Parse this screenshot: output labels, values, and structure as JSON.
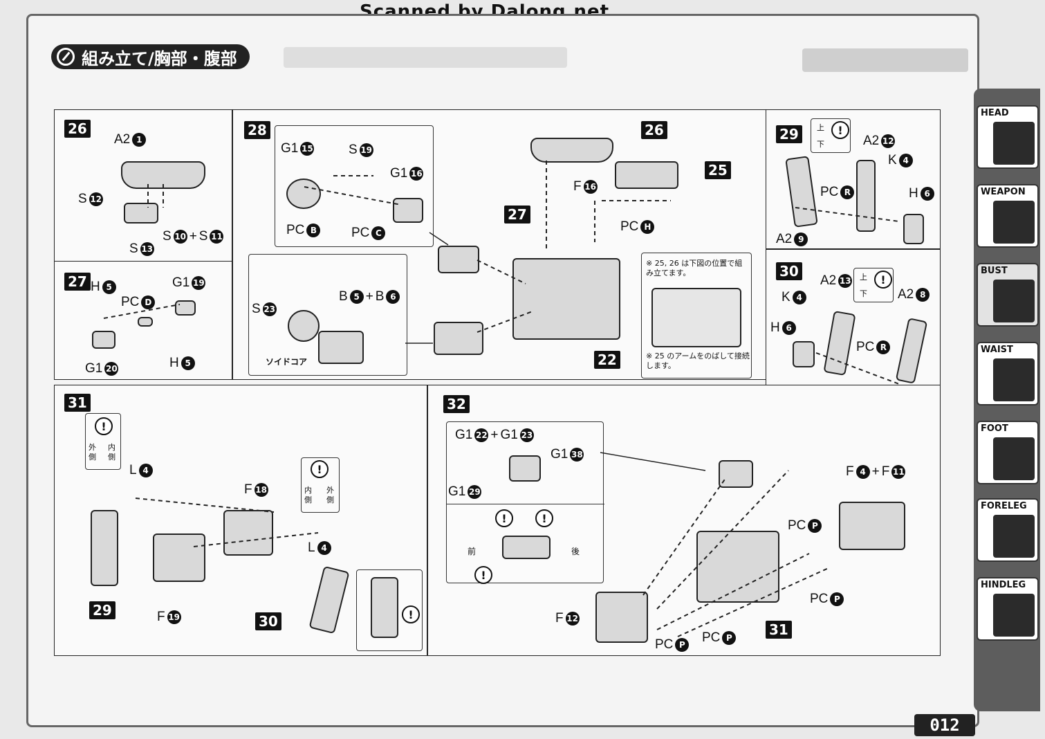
{
  "watermark": "Scanned by Dalong.net",
  "title": "組み立て/胸部・腹部",
  "page_number": "012",
  "sidebar": {
    "tabs": [
      {
        "label": "HEAD"
      },
      {
        "label": "WEAPON"
      },
      {
        "label": "BUST"
      },
      {
        "label": "WAIST"
      },
      {
        "label": "FOOT"
      },
      {
        "label": "FORELEG"
      },
      {
        "label": "HINDLEG"
      }
    ]
  },
  "steps": {
    "s26": {
      "num": "26",
      "a2": "A2",
      "a2n": "1",
      "s": "S",
      "s12": "12",
      "s10": "10",
      "plus": "+",
      "s11": "11",
      "s13": "13"
    },
    "s27": {
      "num": "27",
      "h": "H",
      "h5": "5",
      "pc": "PC",
      "pcd": "D",
      "g1": "G1",
      "g19": "19",
      "g20": "20"
    },
    "s28": {
      "num": "28",
      "g1": "G1",
      "g15": "15",
      "s": "S",
      "s19": "19",
      "g16": "16",
      "pc": "PC",
      "pcb": "B",
      "pcc": "C",
      "s23": "23",
      "b": "B",
      "b5": "5",
      "plus": "+",
      "b6": "6",
      "soid": "ソイドコア",
      "f": "F",
      "f16": "16",
      "pch": "H",
      "ref26": "26",
      "ref25": "25",
      "ref27": "27",
      "ref22": "22",
      "note1": "※ 25, 26 は下図の位置で組み立てます。",
      "note2": "※ 25 のアームをのばして接続します。"
    },
    "s29": {
      "num": "29",
      "up": "上",
      "down": "下",
      "a2": "A2",
      "a2n12": "12",
      "k": "K",
      "k4": "4",
      "pc": "PC",
      "pcr": "R",
      "h": "H",
      "h6": "6",
      "a2n9": "9"
    },
    "s30": {
      "num": "30",
      "a2": "A2",
      "a2n13": "13",
      "k": "K",
      "k4": "4",
      "up": "上",
      "down": "下",
      "a2n8": "8",
      "h": "H",
      "h6": "6",
      "pc": "PC",
      "pcr": "R"
    },
    "s31": {
      "num": "31",
      "outer": "外側",
      "inner": "内側",
      "l": "L",
      "l4": "4",
      "f": "F",
      "f18": "18",
      "f19": "19",
      "ref29": "29",
      "ref30": "30"
    },
    "s32": {
      "num": "32",
      "g1": "G1",
      "g22": "22",
      "plus": "+",
      "g23": "23",
      "g38": "38",
      "g29": "29",
      "front": "前",
      "back": "後",
      "f": "F",
      "f4": "4",
      "f11": "11",
      "f12": "12",
      "pc": "PC",
      "pcp": "P",
      "ref31": "31"
    }
  }
}
